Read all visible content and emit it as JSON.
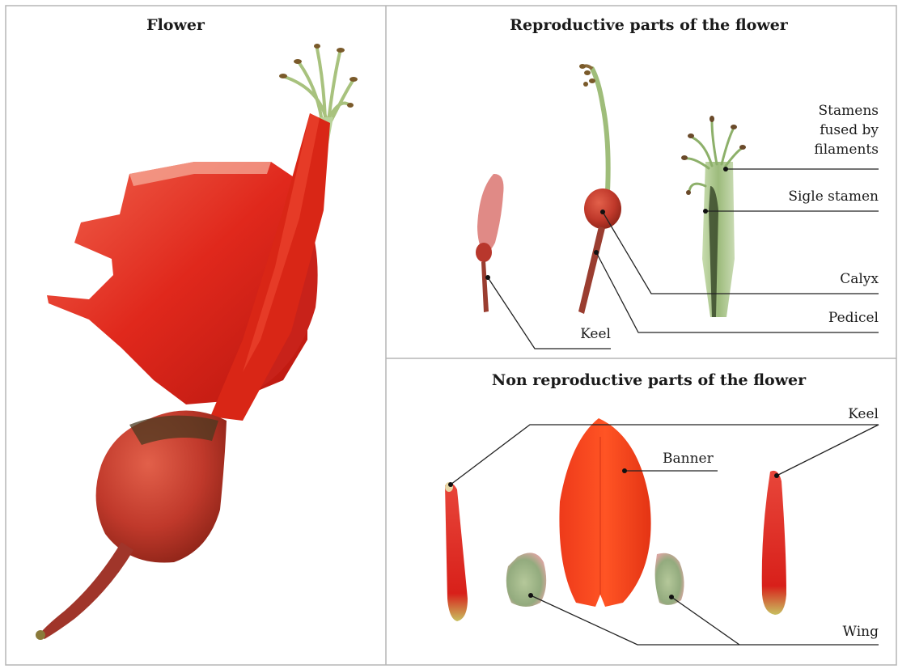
{
  "panels": {
    "flower": {
      "title": "Flower"
    },
    "reproductive": {
      "title": "Reproductive parts of the flower",
      "labels": {
        "stamens_line1": "Stamens",
        "stamens_line2": "fused by",
        "stamens_line3": "filaments",
        "single_stamen": "Sigle stamen",
        "calyx": "Calyx",
        "pedicel": "Pedicel",
        "keel": "Keel"
      }
    },
    "non_reproductive": {
      "title": "Non reproductive parts of the flower",
      "labels": {
        "keel": "Keel",
        "banner": "Banner",
        "wing": "Wing"
      }
    }
  },
  "colors": {
    "petal_red": "#e0281c",
    "petal_dark": "#b31a12",
    "calyx_red": "#c0392b",
    "stamen_green": "#a9c58a",
    "wing_green": "#9fb98a",
    "border": "#b5b5b5"
  }
}
